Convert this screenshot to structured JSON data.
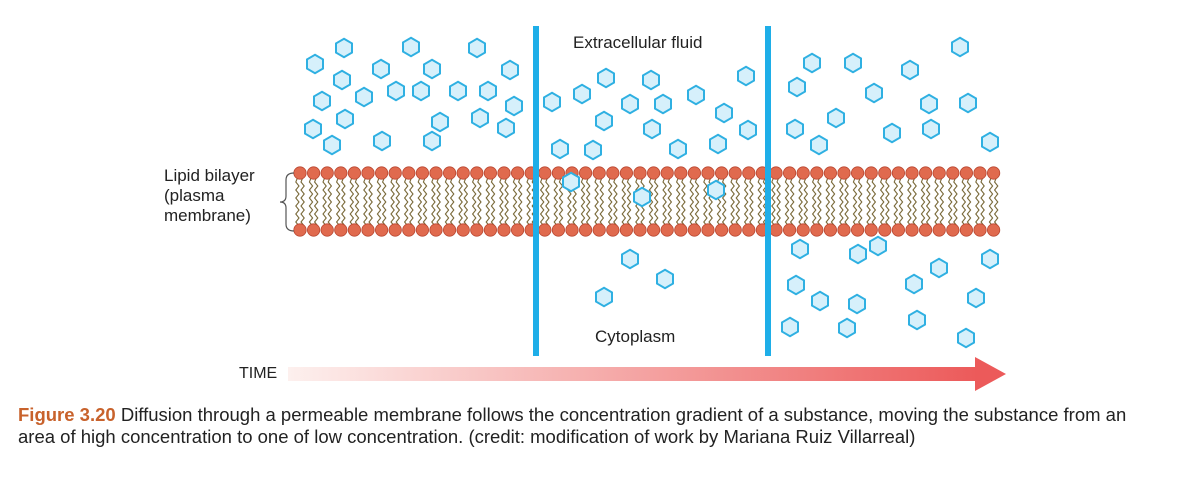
{
  "labels": {
    "lipid_bilayer": "Lipid bilayer\n(plasma\nmembrane)",
    "extracellular": "Extracellular fluid",
    "cytoplasm": "Cytoplasm",
    "time": "TIME"
  },
  "caption": {
    "figure_label": "Figure 3.20",
    "text": " Diffusion through a permeable membrane follows the concentration gradient of a substance, moving the substance from an area of high concentration to one of low concentration. (credit: modification of work by Mariana Ruiz Villarreal)"
  },
  "colors": {
    "molecule_fill": "#d6f0fb",
    "molecule_stroke": "#2fb0e2",
    "divider": "#1eaee8",
    "phospholipid_head": "#e06a4e",
    "phospholipid_tail": "#7a6a3a",
    "arrow_start": "#fbe3df",
    "arrow_end": "#ec5a5a"
  }
}
